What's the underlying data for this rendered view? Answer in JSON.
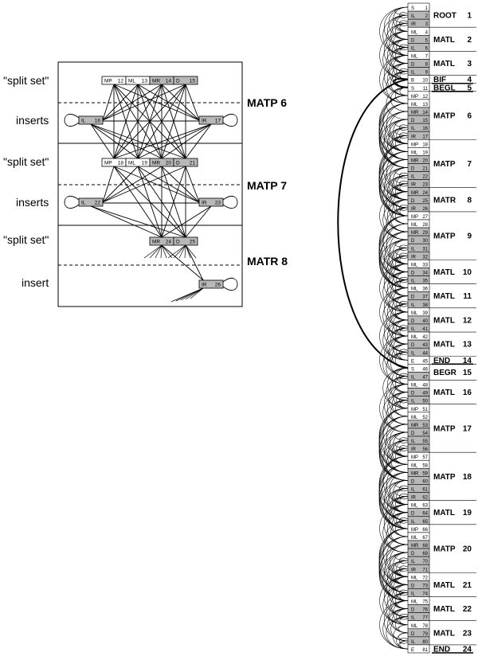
{
  "left_panel": {
    "labels": [
      "\"split set\"",
      "inserts",
      "\"split set\"",
      "inserts",
      "\"split set\"",
      "insert"
    ],
    "node_titles": [
      "MATP 6",
      "MATP 7",
      "MATR 8"
    ],
    "sections": [
      {
        "split": [
          {
            "t": "MP",
            "n": "12"
          },
          {
            "t": "ML",
            "n": "13"
          },
          {
            "t": "MR",
            "n": "14"
          },
          {
            "t": "D",
            "n": "15"
          }
        ],
        "inserts": [
          {
            "t": "IL",
            "n": "16"
          },
          {
            "t": "IR",
            "n": "17"
          }
        ]
      },
      {
        "split": [
          {
            "t": "MP",
            "n": "18"
          },
          {
            "t": "ML",
            "n": "19"
          },
          {
            "t": "MR",
            "n": "20"
          },
          {
            "t": "D",
            "n": "21"
          }
        ],
        "inserts": [
          {
            "t": "IL",
            "n": "22"
          },
          {
            "t": "IR",
            "n": "23"
          }
        ]
      },
      {
        "split": [
          {
            "t": "MR",
            "n": "24"
          },
          {
            "t": "D",
            "n": "25"
          }
        ],
        "inserts": [
          {
            "t": "IR",
            "n": "26"
          }
        ]
      }
    ]
  },
  "right_panel": {
    "states": [
      {
        "t": "S",
        "n": "1"
      },
      {
        "t": "IL",
        "n": "2"
      },
      {
        "t": "IR",
        "n": "3"
      },
      {
        "t": "ML",
        "n": "4"
      },
      {
        "t": "D",
        "n": "5"
      },
      {
        "t": "IL",
        "n": "6"
      },
      {
        "t": "ML",
        "n": "7"
      },
      {
        "t": "D",
        "n": "8"
      },
      {
        "t": "IL",
        "n": "9"
      },
      {
        "t": "B",
        "n": "10"
      },
      {
        "t": "S",
        "n": "11"
      },
      {
        "t": "MP",
        "n": "12"
      },
      {
        "t": "ML",
        "n": "13"
      },
      {
        "t": "MR",
        "n": "14"
      },
      {
        "t": "D",
        "n": "15"
      },
      {
        "t": "IL",
        "n": "16"
      },
      {
        "t": "IR",
        "n": "17"
      },
      {
        "t": "MP",
        "n": "18"
      },
      {
        "t": "ML",
        "n": "19"
      },
      {
        "t": "MR",
        "n": "20"
      },
      {
        "t": "D",
        "n": "21"
      },
      {
        "t": "IL",
        "n": "22"
      },
      {
        "t": "IR",
        "n": "23"
      },
      {
        "t": "MR",
        "n": "24"
      },
      {
        "t": "D",
        "n": "25"
      },
      {
        "t": "IR",
        "n": "26"
      },
      {
        "t": "MP",
        "n": "27"
      },
      {
        "t": "ML",
        "n": "28"
      },
      {
        "t": "MR",
        "n": "29"
      },
      {
        "t": "D",
        "n": "30"
      },
      {
        "t": "IL",
        "n": "31"
      },
      {
        "t": "IR",
        "n": "32"
      },
      {
        "t": "ML",
        "n": "33"
      },
      {
        "t": "D",
        "n": "34"
      },
      {
        "t": "IL",
        "n": "35"
      },
      {
        "t": "ML",
        "n": "36"
      },
      {
        "t": "D",
        "n": "37"
      },
      {
        "t": "IL",
        "n": "38"
      },
      {
        "t": "ML",
        "n": "39"
      },
      {
        "t": "D",
        "n": "40"
      },
      {
        "t": "IL",
        "n": "41"
      },
      {
        "t": "ML",
        "n": "42"
      },
      {
        "t": "D",
        "n": "43"
      },
      {
        "t": "IL",
        "n": "44"
      },
      {
        "t": "E",
        "n": "45"
      },
      {
        "t": "S",
        "n": "46"
      },
      {
        "t": "IL",
        "n": "47"
      },
      {
        "t": "ML",
        "n": "48"
      },
      {
        "t": "D",
        "n": "49"
      },
      {
        "t": "IL",
        "n": "50"
      },
      {
        "t": "MP",
        "n": "51"
      },
      {
        "t": "ML",
        "n": "52"
      },
      {
        "t": "MR",
        "n": "53"
      },
      {
        "t": "D",
        "n": "54"
      },
      {
        "t": "IL",
        "n": "55"
      },
      {
        "t": "IR",
        "n": "56"
      },
      {
        "t": "MP",
        "n": "57"
      },
      {
        "t": "ML",
        "n": "58"
      },
      {
        "t": "MR",
        "n": "59"
      },
      {
        "t": "D",
        "n": "60"
      },
      {
        "t": "IL",
        "n": "61"
      },
      {
        "t": "IR",
        "n": "62"
      },
      {
        "t": "ML",
        "n": "63"
      },
      {
        "t": "D",
        "n": "64"
      },
      {
        "t": "IL",
        "n": "65"
      },
      {
        "t": "MP",
        "n": "66"
      },
      {
        "t": "ML",
        "n": "67"
      },
      {
        "t": "MR",
        "n": "68"
      },
      {
        "t": "D",
        "n": "69"
      },
      {
        "t": "IL",
        "n": "70"
      },
      {
        "t": "IR",
        "n": "71"
      },
      {
        "t": "ML",
        "n": "72"
      },
      {
        "t": "D",
        "n": "73"
      },
      {
        "t": "IL",
        "n": "74"
      },
      {
        "t": "ML",
        "n": "75"
      },
      {
        "t": "D",
        "n": "76"
      },
      {
        "t": "IL",
        "n": "77"
      },
      {
        "t": "ML",
        "n": "78"
      },
      {
        "t": "D",
        "n": "79"
      },
      {
        "t": "IL",
        "n": "80"
      },
      {
        "t": "E",
        "n": "81"
      }
    ],
    "nodes": [
      {
        "type": "ROOT",
        "num": "1",
        "from": 0,
        "to": 2,
        "underline": false
      },
      {
        "type": "MATL",
        "num": "2",
        "from": 3,
        "to": 5,
        "underline": false
      },
      {
        "type": "MATL",
        "num": "3",
        "from": 6,
        "to": 8,
        "underline": false
      },
      {
        "type": "BIF",
        "num": "4",
        "from": 9,
        "to": 9,
        "underline": true
      },
      {
        "type": "BEGL",
        "num": "5",
        "from": 10,
        "to": 10,
        "underline": true
      },
      {
        "type": "MATP",
        "num": "6",
        "from": 11,
        "to": 16,
        "underline": false
      },
      {
        "type": "MATP",
        "num": "7",
        "from": 17,
        "to": 22,
        "underline": false
      },
      {
        "type": "MATR",
        "num": "8",
        "from": 23,
        "to": 25,
        "underline": false
      },
      {
        "type": "MATP",
        "num": "9",
        "from": 26,
        "to": 31,
        "underline": false
      },
      {
        "type": "MATL",
        "num": "10",
        "from": 32,
        "to": 34,
        "underline": false
      },
      {
        "type": "MATL",
        "num": "11",
        "from": 35,
        "to": 37,
        "underline": false
      },
      {
        "type": "MATL",
        "num": "12",
        "from": 38,
        "to": 40,
        "underline": false
      },
      {
        "type": "MATL",
        "num": "13",
        "from": 41,
        "to": 43,
        "underline": false
      },
      {
        "type": "END",
        "num": "14",
        "from": 44,
        "to": 44,
        "underline": true
      },
      {
        "type": "BEGR",
        "num": "15",
        "from": 45,
        "to": 46,
        "underline": false
      },
      {
        "type": "MATL",
        "num": "16",
        "from": 47,
        "to": 49,
        "underline": false
      },
      {
        "type": "MATP",
        "num": "17",
        "from": 50,
        "to": 55,
        "underline": false
      },
      {
        "type": "MATP",
        "num": "18",
        "from": 56,
        "to": 61,
        "underline": false
      },
      {
        "type": "MATL",
        "num": "19",
        "from": 62,
        "to": 64,
        "underline": false
      },
      {
        "type": "MATP",
        "num": "20",
        "from": 65,
        "to": 70,
        "underline": false
      },
      {
        "type": "MATL",
        "num": "21",
        "from": 71,
        "to": 73,
        "underline": false
      },
      {
        "type": "MATL",
        "num": "22",
        "from": 74,
        "to": 76,
        "underline": false
      },
      {
        "type": "MATL",
        "num": "23",
        "from": 77,
        "to": 79,
        "underline": false
      },
      {
        "type": "END",
        "num": "24",
        "from": 80,
        "to": 80,
        "underline": true
      }
    ]
  }
}
